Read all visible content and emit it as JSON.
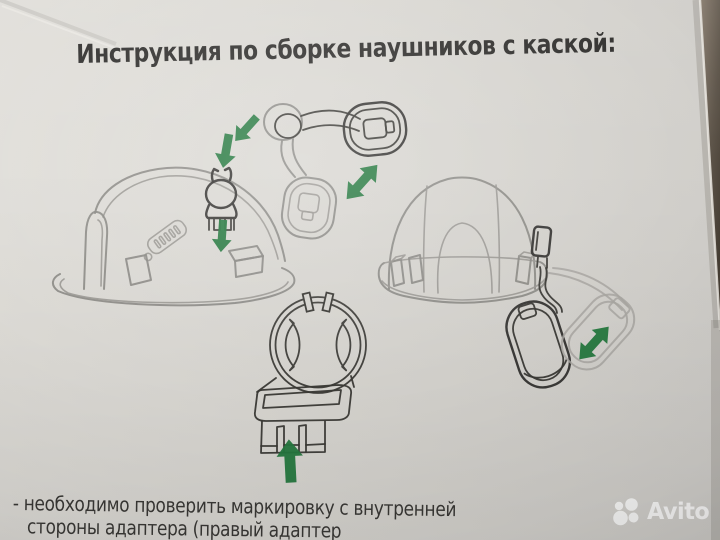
{
  "title": "Инструкция по сборке наушников с каской:",
  "note": {
    "line1": "- необходимо проверить маркировку с внутренней",
    "line2": "стороны адаптера (правый адаптер"
  },
  "watermark": {
    "label": "Avito"
  },
  "colors": {
    "paper": "#d8d6d1",
    "title_ink": "#2e2d2b",
    "note_ink": "#3a3936",
    "sketch_gray": "#8b8a86",
    "sketch_dark": "#33322f",
    "arrow_green": "#267a41",
    "box_edge_brown": "#4a4238",
    "watermark_white": "#ffffff"
  },
  "illustrations": [
    {
      "name": "helmet-side-with-adapter",
      "arrows": [
        "down-left",
        "down",
        "insert-down"
      ]
    },
    {
      "name": "earmuff-swivel-adapter",
      "arrows": [
        "rotate-both-ways"
      ]
    },
    {
      "name": "helmet-front-with-earmuff",
      "arrows": [
        "rotate-both-ways"
      ]
    },
    {
      "name": "adapter-slot-closeup",
      "arrows": [
        "insert-up"
      ]
    }
  ]
}
